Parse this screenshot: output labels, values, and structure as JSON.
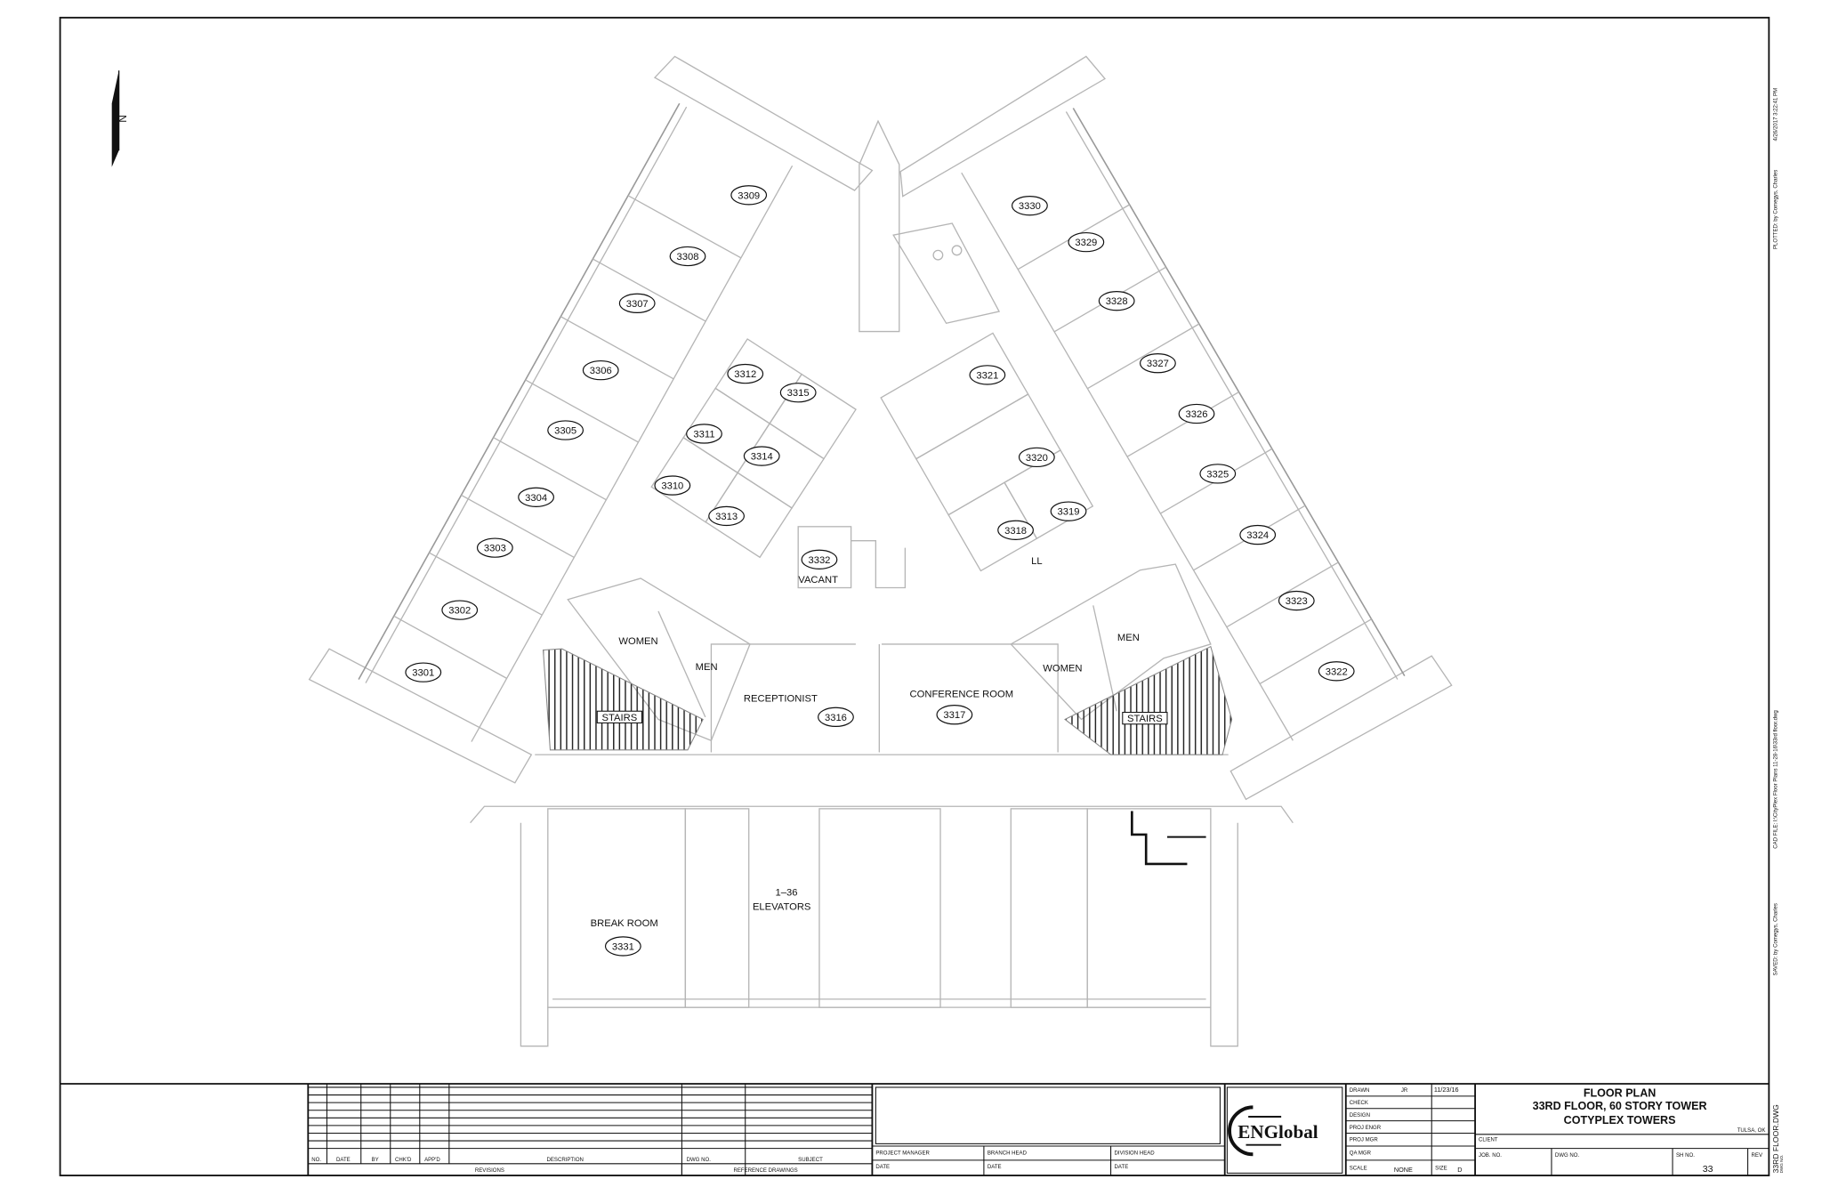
{
  "drawing": {
    "north_label": "N",
    "rooms": [
      "3309",
      "3308",
      "3307",
      "3306",
      "3305",
      "3304",
      "3303",
      "3302",
      "3301",
      "3312",
      "3315",
      "3311",
      "3314",
      "3310",
      "3313",
      "3332",
      "3330",
      "3329",
      "3328",
      "3327",
      "3321",
      "3326",
      "3320",
      "3325",
      "3319",
      "3318",
      "3324",
      "3323",
      "3322",
      "3316",
      "3317",
      "3331"
    ],
    "labels": {
      "vacant": "VACANT",
      "women_left": "WOMEN",
      "men_left": "MEN",
      "receptionist": "RECEPTIONIST",
      "conference": "CONFERENCE ROOM",
      "women_right": "WOMEN",
      "men_right": "MEN",
      "stairs_left": "STAIRS",
      "stairs_right": "STAIRS",
      "break_room": "BREAK ROOM",
      "elevators_range": "1–36",
      "elevators": "ELEVATORS",
      "ll": "LL"
    }
  },
  "title_block": {
    "revisions": {
      "headers": [
        "NO.",
        "DATE",
        "BY",
        "CHK'D",
        "APP'D",
        "DESCRIPTION"
      ],
      "footer": "REVISIONS"
    },
    "reference": {
      "headers": [
        "DWG NO.",
        "SUBJECT"
      ],
      "footer": "REFERENCE DRAWINGS"
    },
    "approvals": {
      "roles": [
        "PROJECT MANAGER",
        "BRANCH HEAD",
        "DIVISION HEAD"
      ],
      "date_label": "DATE"
    },
    "logo": "ENGlobal",
    "info": [
      {
        "label": "DRAWN",
        "value": "JR",
        "date": "11/23/16"
      },
      {
        "label": "CHECK",
        "value": "",
        "date": ""
      },
      {
        "label": "DESIGN",
        "value": "",
        "date": ""
      },
      {
        "label": "PROJ ENGR",
        "value": "",
        "date": ""
      },
      {
        "label": "PROJ MGR",
        "value": "",
        "date": ""
      },
      {
        "label": "QA MGR",
        "value": "",
        "date": ""
      }
    ],
    "scale_label": "SCALE",
    "scale_value": "NONE",
    "size_label": "SIZE",
    "size_value": "D",
    "title_lines": [
      "FLOOR PLAN",
      "33RD FLOOR, 60 STORY TOWER",
      "COTYPLEX TOWERS"
    ],
    "location": "TULSA, OK",
    "client_label": "CLIENT",
    "job_no_label": "JOB. NO.",
    "dwg_no_label": "DWG NO.",
    "sheet_no_label": "SH NO.",
    "sheet_no": "33",
    "rev_label": "REV",
    "dwg_file_label": "DWG NO.",
    "dwg_file": "33RD FLOOR.DWG"
  },
  "margin_notes": {
    "plotted_date": "4/26/2017 3:22:41 PM",
    "plotted": "PLOTTED: by Comegys, Charles",
    "cad_file": "CAD FILE: I:\\CityPlex Floor Plans 11-28-16\\33rd floor.dwg",
    "saved": "SAVED: by Comegys, Charles"
  }
}
